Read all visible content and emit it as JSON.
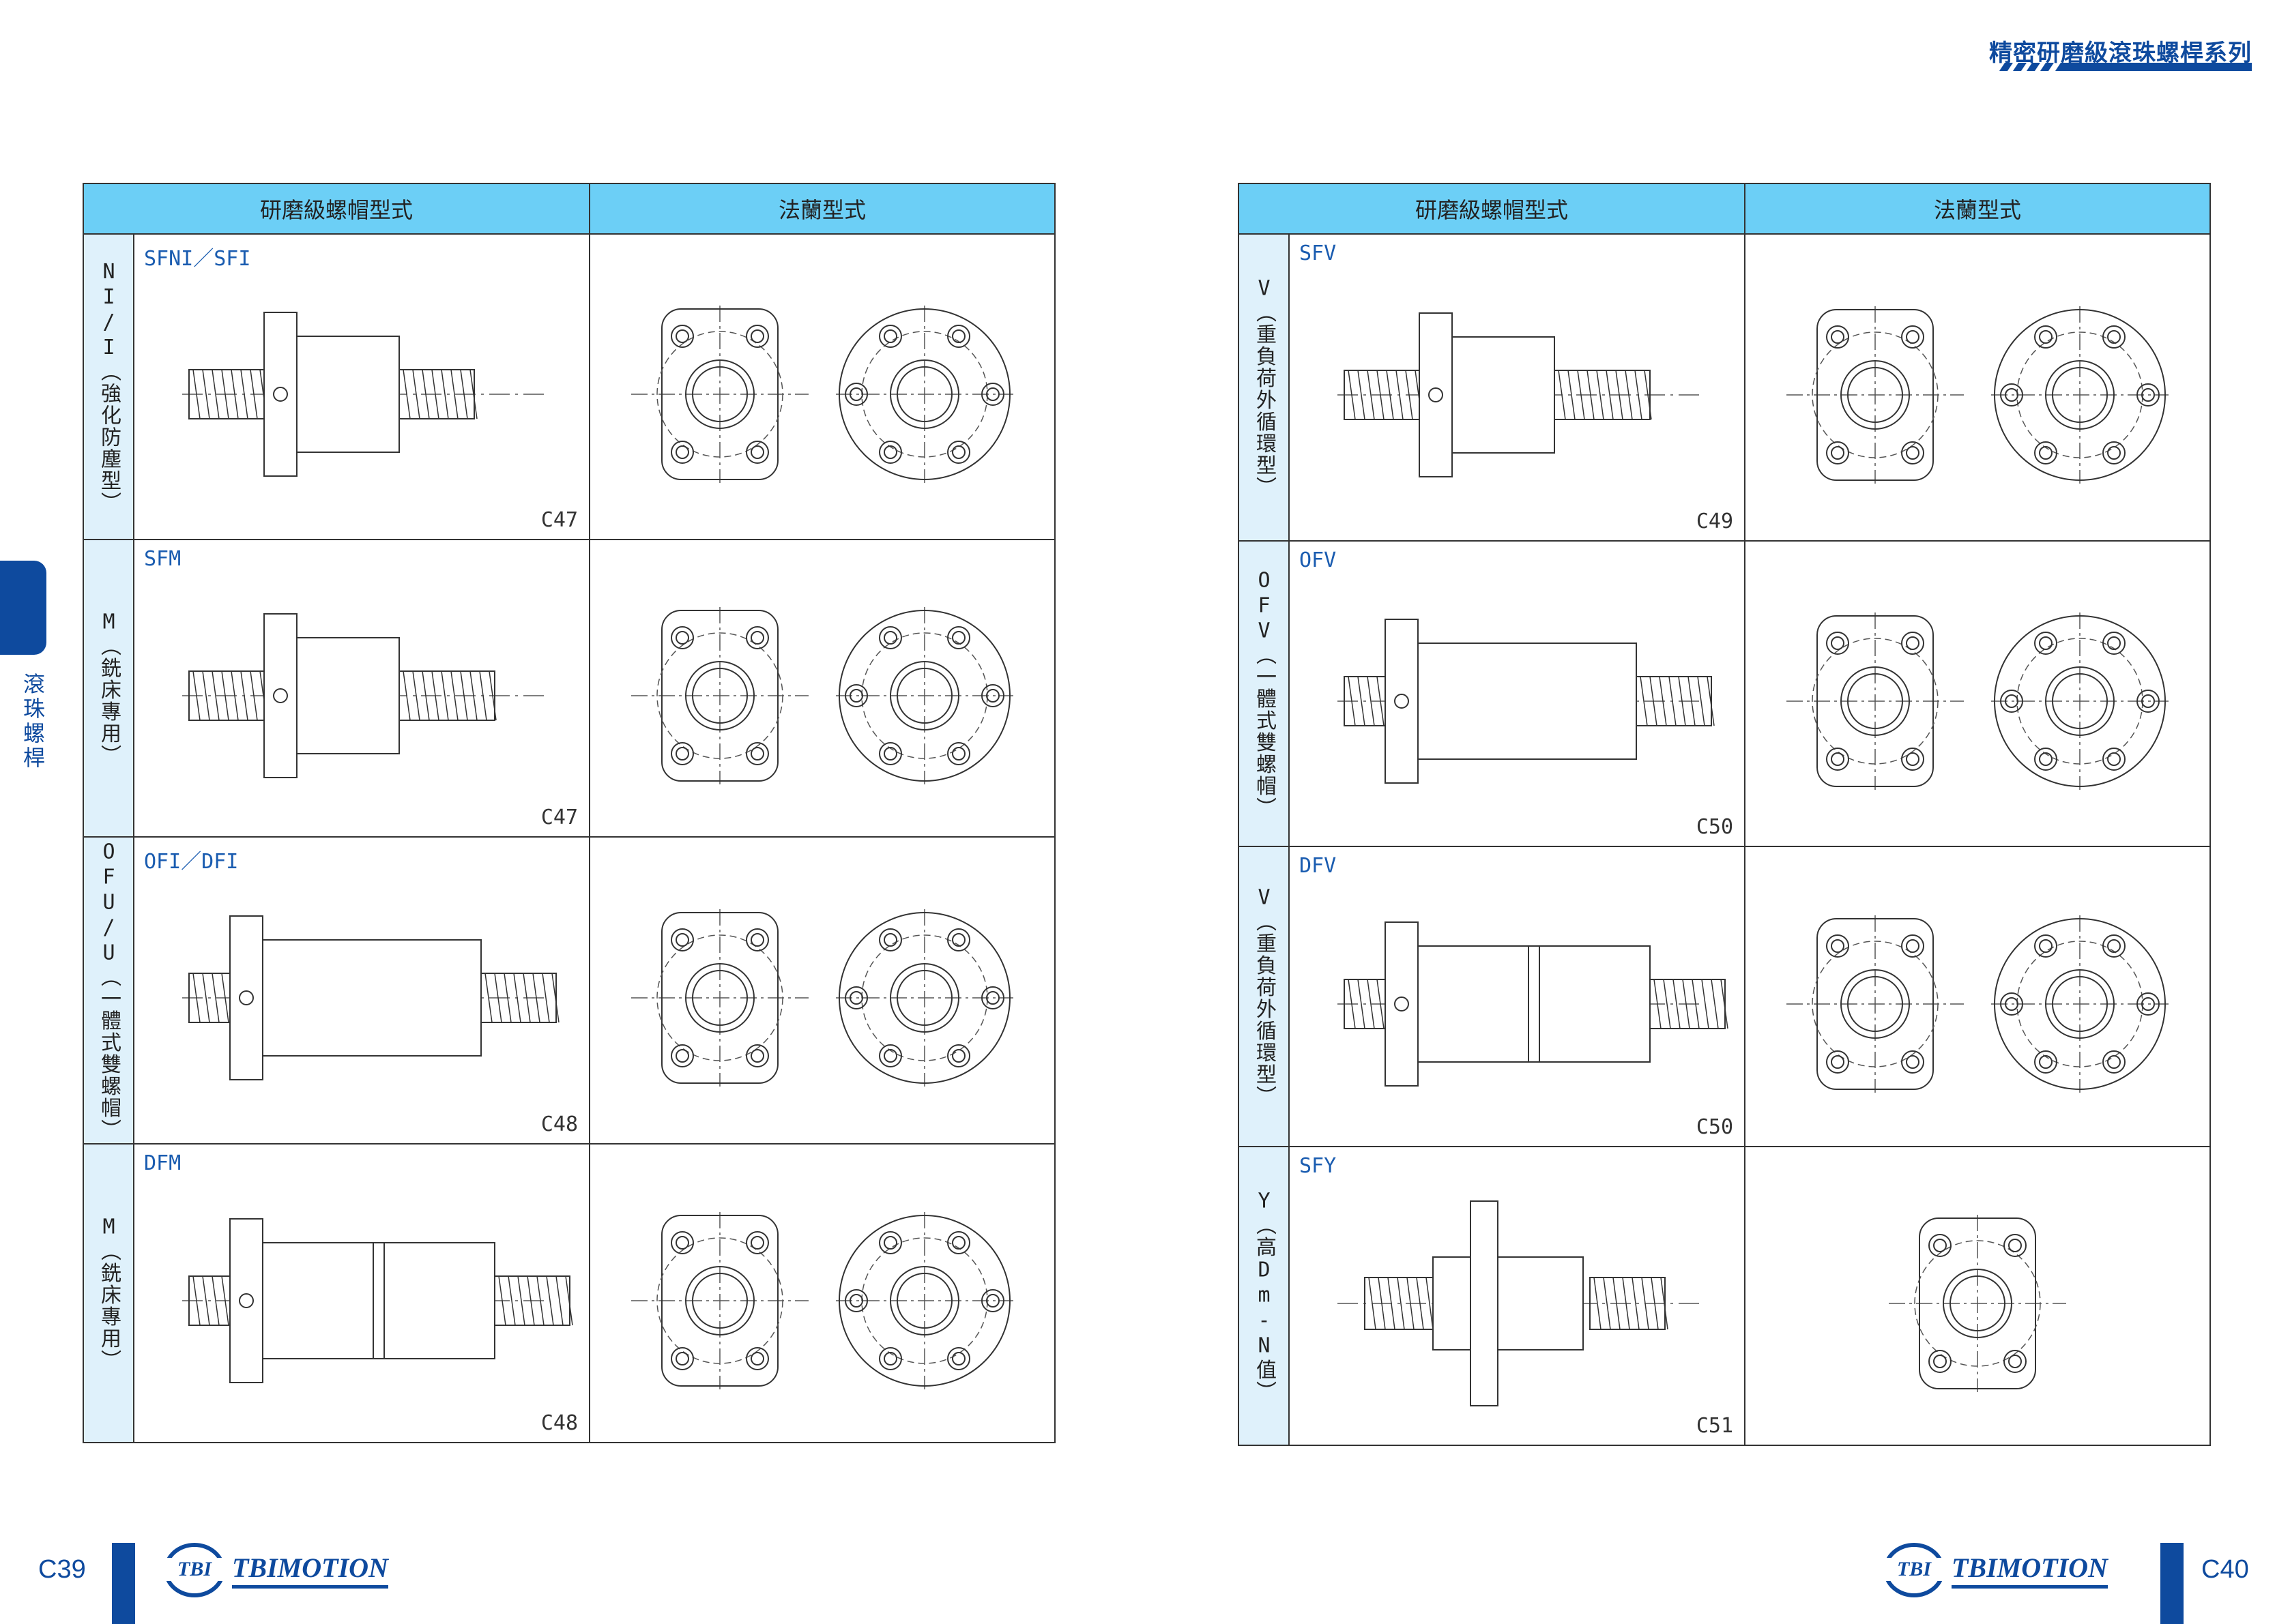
{
  "header": {
    "title": "精密研磨級滾珠螺桿系列"
  },
  "side": {
    "label": "滾珠螺桿"
  },
  "colors": {
    "brand": "#0e4a9e",
    "table_header": "#6ccff6",
    "label_col": "#dff1fb"
  },
  "left_table": {
    "headers": [
      "研磨級螺帽型式",
      "法蘭型式"
    ],
    "rows": [
      {
        "label": "NI/I（強化防塵型）",
        "model": "SFNI／SFI",
        "ref": "C47"
      },
      {
        "label": "M（銑床專用）",
        "model": "SFM",
        "ref": "C47"
      },
      {
        "label": "OFU/U（一體式雙螺帽）",
        "model": "OFI／DFI",
        "ref": "C48"
      },
      {
        "label": "M（銑床專用）",
        "model": "DFM",
        "ref": "C48"
      }
    ]
  },
  "right_table": {
    "headers": [
      "研磨級螺帽型式",
      "法蘭型式"
    ],
    "rows": [
      {
        "label": "V（重負荷外循環型）",
        "model": "SFV",
        "ref": "C49"
      },
      {
        "label": "OFV（一體式雙螺帽）",
        "model": "OFV",
        "ref": "C50"
      },
      {
        "label": "V（重負荷外循環型）",
        "model": "DFV",
        "ref": "C50"
      },
      {
        "label": "Y（高Dm-N值）",
        "model": "SFY",
        "ref": "C51"
      }
    ]
  },
  "footer": {
    "left_page": "C39",
    "right_page": "C40",
    "logo_mark": "TBI",
    "logo_text": "TBIMOTION"
  }
}
